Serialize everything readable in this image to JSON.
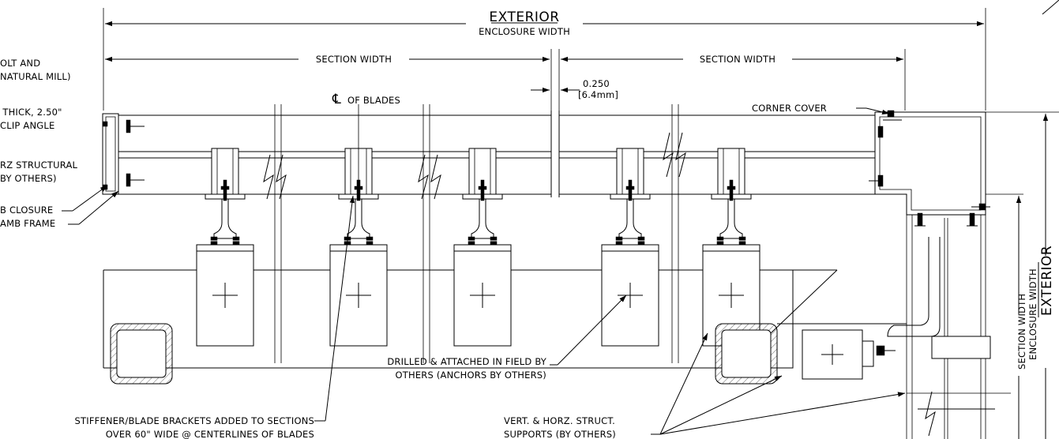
{
  "dimensions": {
    "exterior": "EXTERIOR",
    "enclosure_width": "ENCLOSURE WIDTH",
    "section_width": "SECTION WIDTH",
    "gap": "0.250",
    "gap_metric": "[6.4mm]"
  },
  "callouts": {
    "left_1a": "OLT AND",
    "left_1b": "NATURAL MILL)",
    "left_2a": "\" THICK, 2.50\"",
    "left_2b": "CLIP ANGLE",
    "left_3a": "RZ STRUCTURAL",
    "left_3b": "BY OTHERS)",
    "left_4": "B CLOSURE",
    "left_5": "AMB FRAME",
    "centerline_symbol": "℄",
    "centerline_text": "OF BLADES",
    "corner_cover": "CORNER COVER",
    "drilled_a": "DRILLED & ATTACHED IN FIELD BY",
    "drilled_b": "OTHERS (ANCHORS BY OTHERS)",
    "stiffener_a": "STIFFENER/BLADE BRACKETS ADDED TO SECTIONS",
    "stiffener_b": "OVER 60\" WIDE @ CENTERLINES OF BLADES",
    "supports_a": "VERT. & HORZ. STRUCT.",
    "supports_b": "SUPPORTS (BY OTHERS)"
  }
}
